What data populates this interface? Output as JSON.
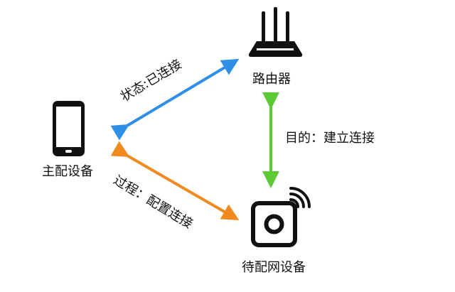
{
  "nodes": {
    "router": {
      "label": "路由器",
      "icon": "router-icon"
    },
    "phone": {
      "label": "主配设备",
      "icon": "smartphone-icon"
    },
    "device": {
      "label": "待配网设备",
      "icon": "wireless-device-icon"
    }
  },
  "edges": {
    "router_phone": {
      "label": "状态:已连接",
      "color": "#2E8FE6"
    },
    "router_device": {
      "label": "目的：建立连接",
      "color": "#5CC936"
    },
    "device_phone": {
      "label": "过程：配置连接",
      "color": "#F08A1E"
    }
  }
}
